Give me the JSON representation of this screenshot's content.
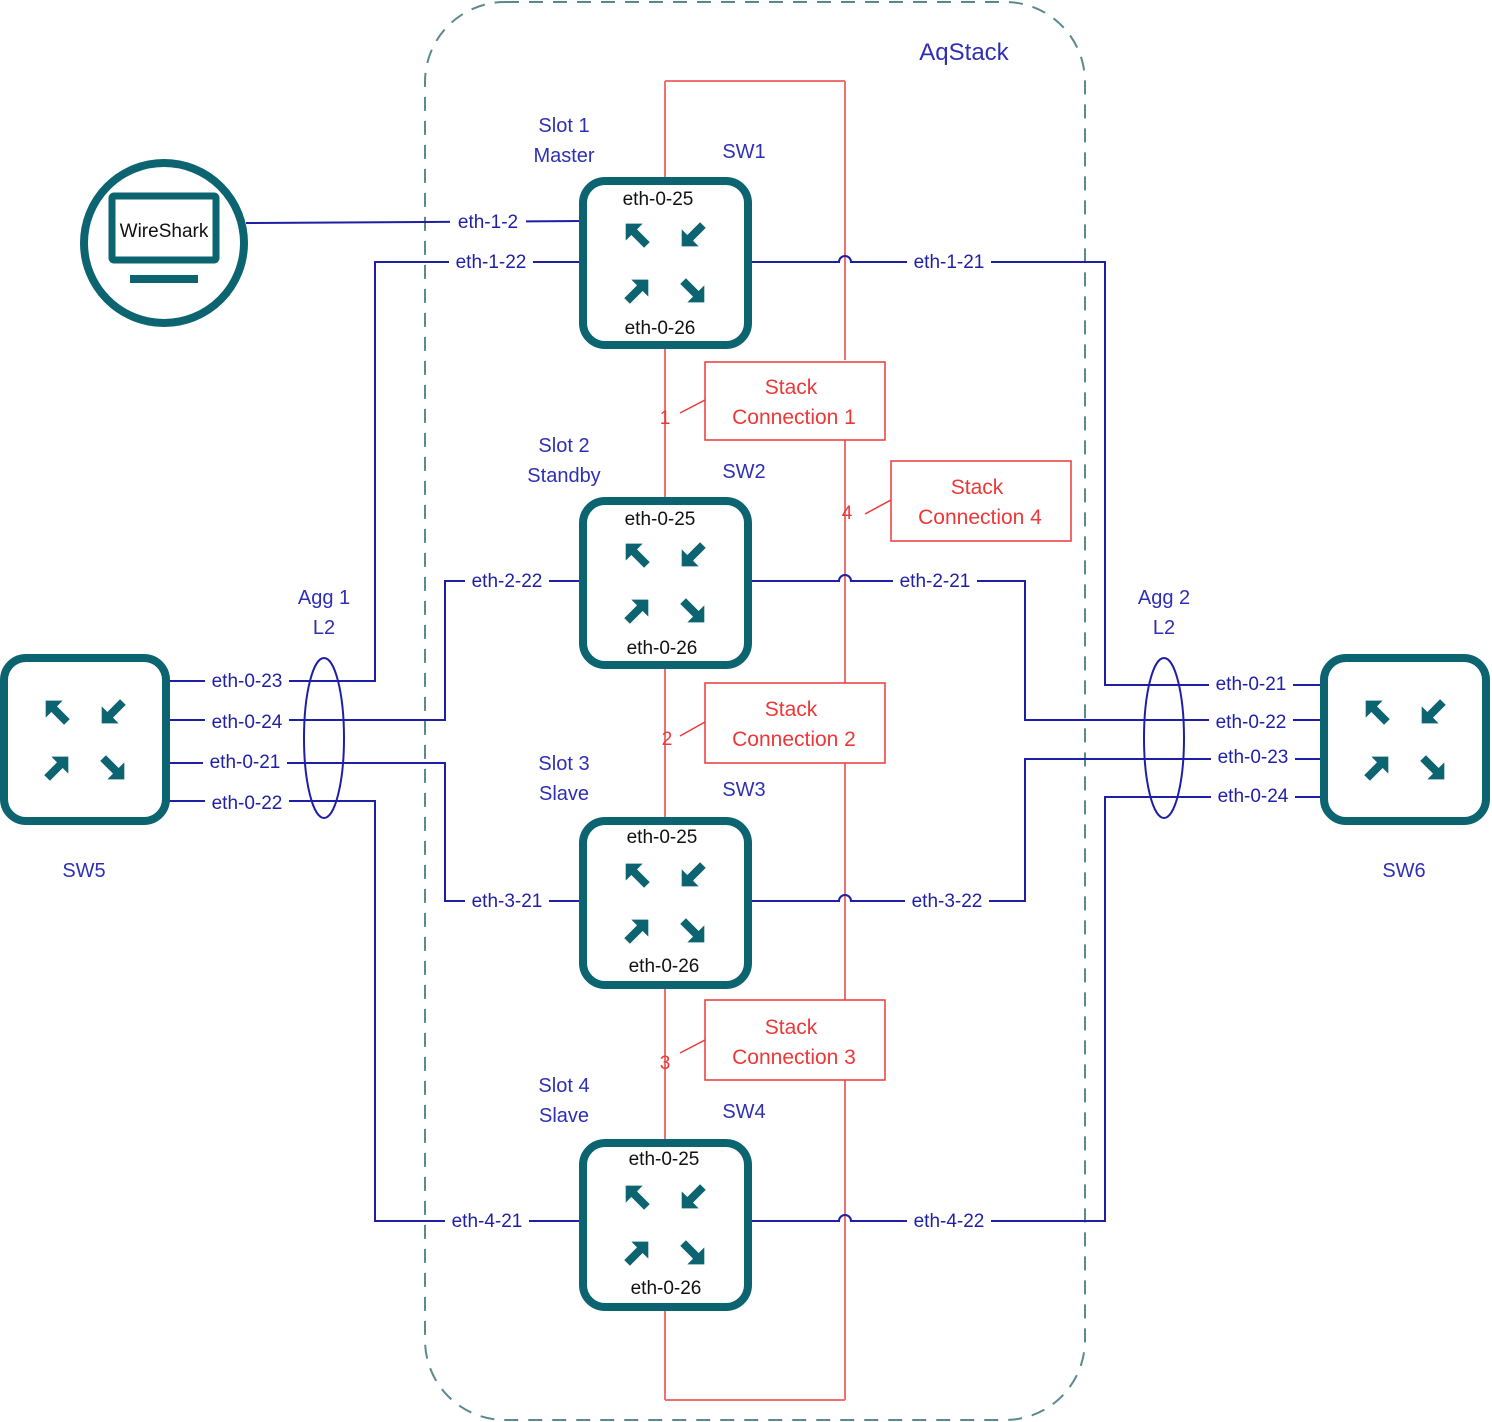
{
  "stack": {
    "title": "AqStack"
  },
  "colors": {
    "teal": "#0b6470",
    "link": "#1f1fa5",
    "stack_link": "#f07070",
    "stack_text": "#ec3838",
    "label": "#2f2fb5"
  },
  "wireshark": {
    "label": "WireShark",
    "port": "eth-1-2"
  },
  "members": [
    {
      "name": "SW1",
      "slot": "Slot 1",
      "role": "Master",
      "top_port": "eth-0-25",
      "bottom_port": "eth-0-26",
      "left_port": "eth-1-22",
      "right_port": "eth-1-21"
    },
    {
      "name": "SW2",
      "slot": "Slot 2",
      "role": "Standby",
      "top_port": "eth-0-25",
      "bottom_port": "eth-0-26",
      "left_port": "eth-2-22",
      "right_port": "eth-2-21"
    },
    {
      "name": "SW3",
      "slot": "Slot 3",
      "role": "Slave",
      "top_port": "eth-0-25",
      "bottom_port": "eth-0-26",
      "left_port": "eth-3-21",
      "right_port": "eth-3-22"
    },
    {
      "name": "SW4",
      "slot": "Slot 4",
      "role": "Slave",
      "top_port": "eth-0-25",
      "bottom_port": "eth-0-26",
      "left_port": "eth-4-21",
      "right_port": "eth-4-22"
    }
  ],
  "stack_connections": [
    {
      "number": "1",
      "line1": "Stack",
      "line2": "Connection 1"
    },
    {
      "number": "2",
      "line1": "Stack",
      "line2": "Connection 2"
    },
    {
      "number": "3",
      "line1": "Stack",
      "line2": "Connection 3"
    },
    {
      "number": "4",
      "line1": "Stack",
      "line2": "Connection 4"
    }
  ],
  "sw5": {
    "name": "SW5",
    "ports": [
      "eth-0-23",
      "eth-0-24",
      "eth-0-21",
      "eth-0-22"
    ]
  },
  "sw6": {
    "name": "SW6",
    "ports": [
      "eth-0-21",
      "eth-0-22",
      "eth-0-23",
      "eth-0-24"
    ]
  },
  "agg1": {
    "line1": "Agg 1",
    "line2": "L2"
  },
  "agg2": {
    "line1": "Agg 2",
    "line2": "L2"
  }
}
